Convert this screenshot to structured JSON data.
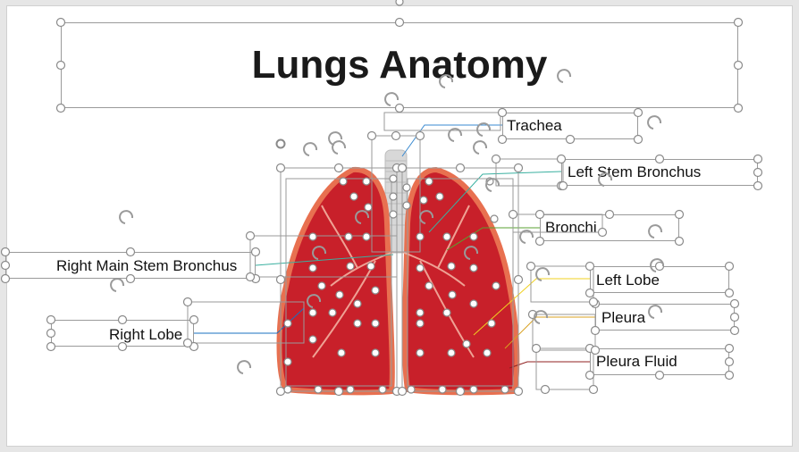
{
  "slide": {
    "title": "Lungs Anatomy",
    "labels": {
      "trachea": "Trachea",
      "left_stem_bronchus": "Left Stem Bronchus",
      "bronchi": "Bronchi",
      "right_main_stem_bronchus": "Right Main Stem Bronchus",
      "left_lobe": "Left Lobe",
      "pleura": "Pleura",
      "right_lobe": "Right Lobe",
      "pleura_fluid": "Pleura Fluid"
    }
  },
  "colors": {
    "lung_fill": "#c8202a",
    "lung_outline": "#e87050",
    "trachea": "#d8d8d8",
    "handle_stroke": "#8a8a8a",
    "leader_trachea": "#3a8ad0",
    "leader_left_stem": "#3ab0a0",
    "leader_bronchi": "#5aa030",
    "leader_left_lobe": "#f0d020",
    "leader_pleura": "#d8a020",
    "leader_pleura_fluid": "#902020",
    "leader_right_main": "#3ab0a0",
    "leader_right_lobe": "#1a70c0"
  }
}
